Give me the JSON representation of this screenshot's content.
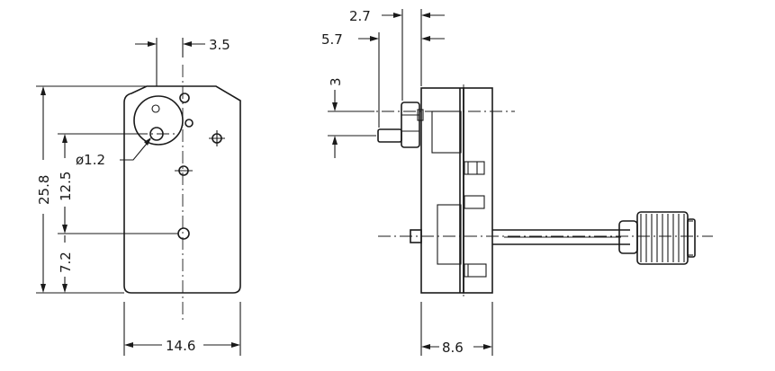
{
  "front_view": {
    "dim_width": "14.6",
    "dim_height_total": "25.8",
    "dim_height_upper": "12.5",
    "dim_height_lower": "7.2",
    "dim_offset_top": "3.5",
    "dim_diameter": "ø1.2"
  },
  "side_view": {
    "dim_width": "8.6",
    "dim_top_a": "2.7",
    "dim_top_b": "5.7",
    "dim_pin": "3"
  },
  "colors": {
    "ink": "#1a1a1a",
    "paper": "#ffffff"
  }
}
